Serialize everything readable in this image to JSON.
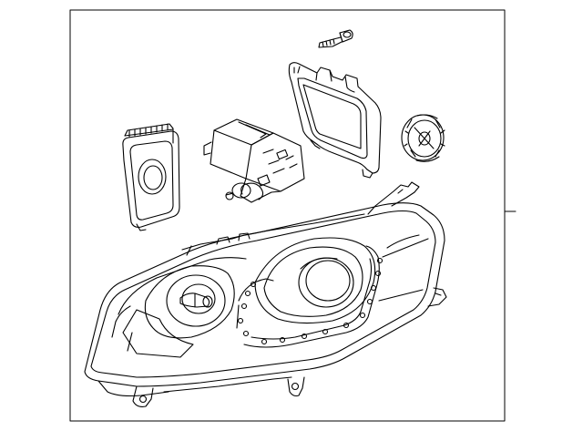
{
  "diagram": {
    "kind": "exploded parts diagram",
    "parts": [
      {
        "name": "headlamp-assembly"
      },
      {
        "name": "mounting-screw"
      },
      {
        "name": "ballast-control-unit"
      },
      {
        "name": "leveling-motor"
      },
      {
        "name": "bulb-bracket"
      },
      {
        "name": "access-cover"
      }
    ],
    "callout_count": 1,
    "colors": {
      "line": "#000000",
      "background": "#ffffff"
    }
  }
}
